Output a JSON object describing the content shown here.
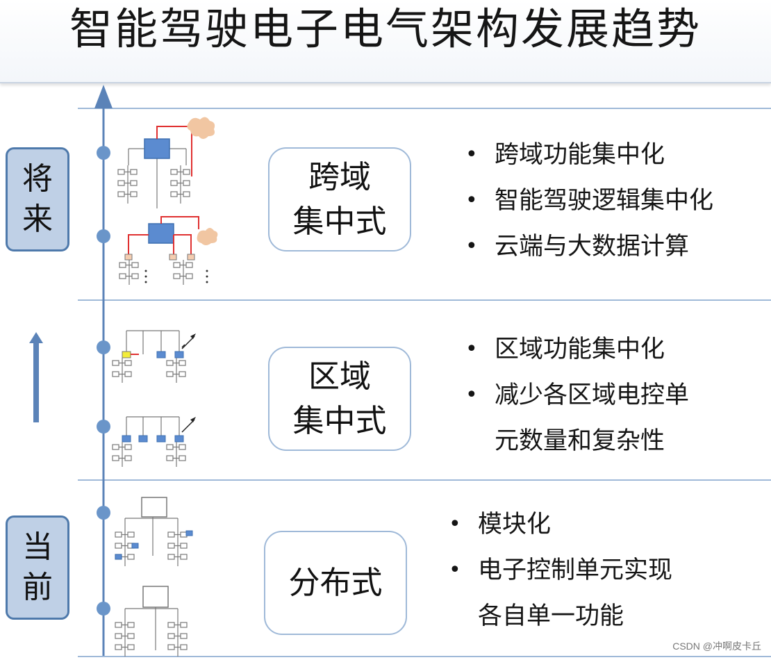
{
  "title": "智能驾驶电子电气架构发展趋势",
  "side_labels": {
    "future": [
      "将",
      "来"
    ],
    "current": [
      "当",
      "前"
    ]
  },
  "stages": [
    {
      "name": [
        "跨域",
        "集中式"
      ],
      "bullets": [
        [
          "跨域功能集中化"
        ],
        [
          "智能驾驶逻辑集中化"
        ],
        [
          "云端与大数据计算"
        ]
      ]
    },
    {
      "name": [
        "区域",
        "集中式"
      ],
      "bullets": [
        [
          "区域功能集中化"
        ],
        [
          "减少各区域电控单",
          "元数量和复杂性"
        ]
      ]
    },
    {
      "name": [
        "分布式"
      ],
      "bullets": [
        [
          "模块化"
        ],
        [
          "电子控制单元实现",
          "各自单一功能"
        ]
      ]
    }
  ],
  "colors": {
    "axis": "#5b83b8",
    "dot": "#6a95c9",
    "label_fill": "#bfd0e6",
    "label_border": "#4e79ab",
    "ecu_blue": "#5b8bd0",
    "wire_red": "#e03030",
    "ecu_yellow": "#f3ec3a",
    "ecu_peach": "#f4cdb0",
    "cloud": "#f1c6a2"
  },
  "watermark": "CSDN @冲啊皮卡丘"
}
